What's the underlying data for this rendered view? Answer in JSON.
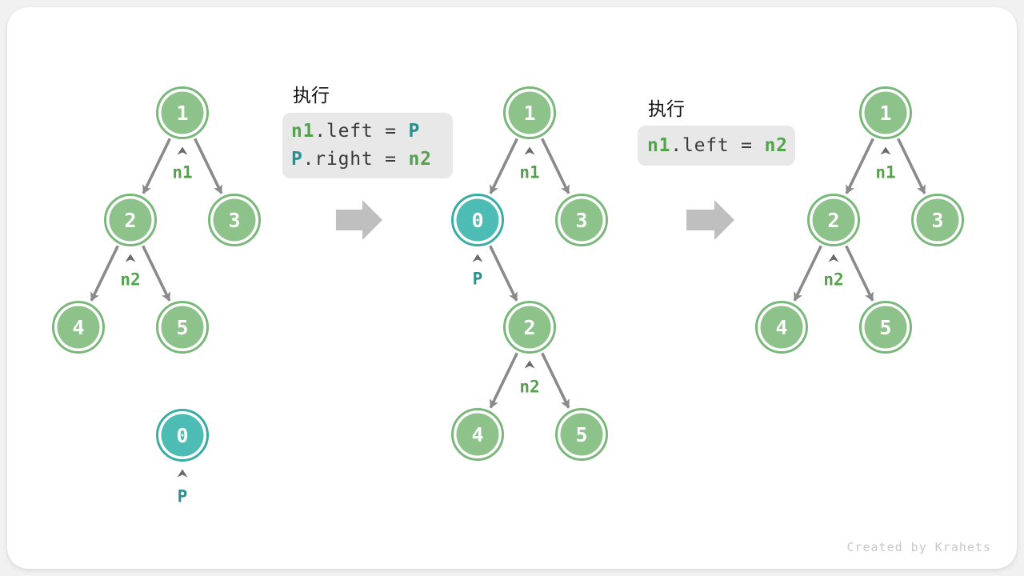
{
  "watermark": "Created by Krahets",
  "code_block_1": {
    "title": "执行",
    "line1": {
      "a": "n1",
      "b": ".left = ",
      "c": "P"
    },
    "line2": {
      "a": "P",
      "b": ".right = ",
      "c": "n2"
    }
  },
  "code_block_2": {
    "title": "执行",
    "line1": {
      "a": "n1",
      "b": ".left = ",
      "c": "n2"
    }
  },
  "tree_initial": {
    "nodes": {
      "n_1": "1",
      "n_2": "2",
      "n_3": "3",
      "n_4": "4",
      "n_5": "5",
      "n_0": "0"
    },
    "pointers": {
      "n1": "n1",
      "n2": "n2",
      "p": "P"
    }
  },
  "tree_linked": {
    "nodes": {
      "n_1": "1",
      "n_0": "0",
      "n_3": "3",
      "n_2": "2",
      "n_4": "4",
      "n_5": "5"
    },
    "pointers": {
      "n1": "n1",
      "p": "P",
      "n2": "n2"
    }
  },
  "tree_restored": {
    "nodes": {
      "n_1": "1",
      "n_2": "2",
      "n_3": "3",
      "n_4": "4",
      "n_5": "5"
    },
    "pointers": {
      "n1": "n1",
      "n2": "n2"
    }
  },
  "colors": {
    "node_green_fill": "#8dc28a",
    "node_green_border": "#7ab77b",
    "node_teal_fill": "#4cbcb4",
    "node_teal_border": "#3aaca4",
    "pointer_green": "#55a24e",
    "pointer_teal": "#2e8f8c",
    "code_text": "#3a3a3a",
    "code_box_background": "#e8e8e8",
    "edge_gray": "#8a8a8a",
    "block_arrow_gray": "#bfbfbf",
    "card_background": "#ffffff",
    "page_background": "#f1f1f1"
  }
}
